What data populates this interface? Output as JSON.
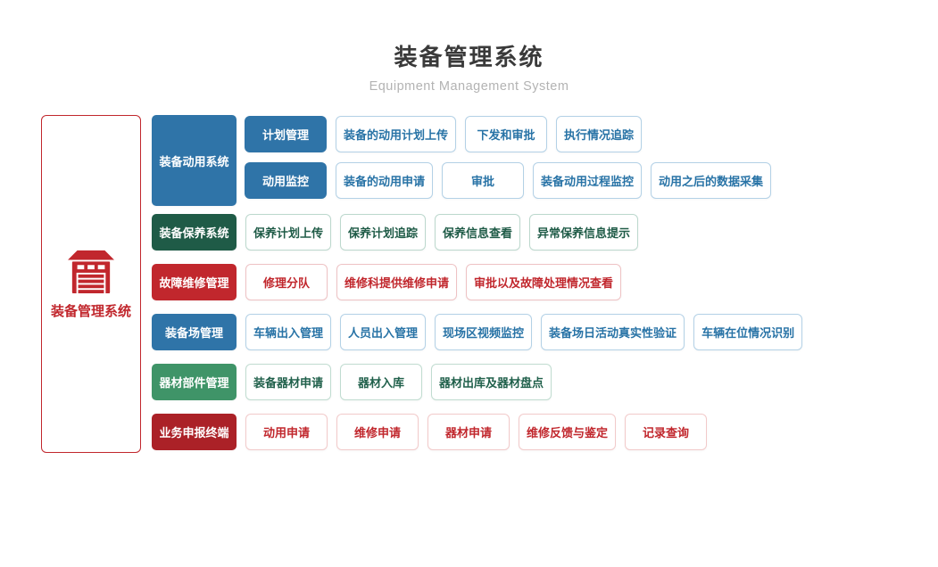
{
  "header": {
    "title": "装备管理系统",
    "subtitle": "Equipment Management System"
  },
  "root": {
    "label": "装备管理系统",
    "icon": "garage-icon"
  },
  "palette": {
    "blue": "#2f74a8",
    "dark_green": "#1f5b47",
    "red": "#c1272d",
    "green": "#3f9468",
    "dark_red": "#ab2127",
    "title_text": "#3a3a3a",
    "subtitle_text": "#b3b3b3"
  },
  "sections": [
    {
      "label": "装备动用系统",
      "theme": "blue",
      "groups": [
        {
          "label": "计划管理",
          "items": [
            "装备的动用计划上传",
            "下发和审批",
            "执行情况追踪"
          ]
        },
        {
          "label": "动用监控",
          "items": [
            "装备的动用申请",
            "审批",
            "装备动用过程监控",
            "动用之后的数据采集"
          ]
        }
      ]
    },
    {
      "label": "装备保养系统",
      "theme": "dark-green",
      "items": [
        "保养计划上传",
        "保养计划追踪",
        "保养信息查看",
        "异常保养信息提示"
      ]
    },
    {
      "label": "故障维修管理",
      "theme": "red",
      "items": [
        "修理分队",
        "维修科提供维修申请",
        "审批以及故障处理情况查看"
      ]
    },
    {
      "label": "装备场管理",
      "theme": "blue",
      "items": [
        "车辆出入管理",
        "人员出入管理",
        "现场区视频监控",
        "装备场日活动真实性验证",
        "车辆在位情况识别"
      ]
    },
    {
      "label": "器材部件管理",
      "theme": "green",
      "items": [
        "装备器材申请",
        "器材入库",
        "器材出库及器材盘点"
      ]
    },
    {
      "label": "业务申报终端",
      "theme": "dark-red",
      "items": [
        "动用申请",
        "维修申请",
        "器材申请",
        "维修反馈与鉴定",
        "记录查询"
      ]
    }
  ]
}
